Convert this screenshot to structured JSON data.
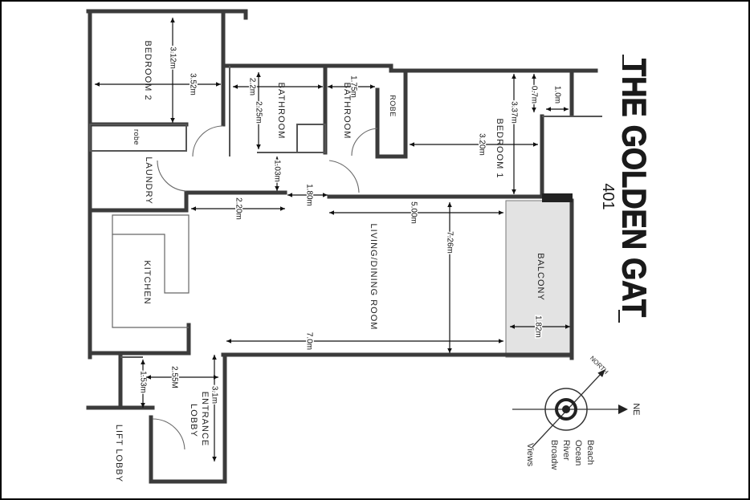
{
  "title": "THE GOLDEN GAT",
  "unit_number": "401",
  "rooms": {
    "bedroom2": "BEDROOM 2",
    "robe_small": "robe",
    "laundry": "LAUNDRY",
    "bathroom_a": "BATHROOM",
    "bathroom_b": "BATHROOM",
    "robe": "ROBE",
    "bedroom1": "BEDROOM 1",
    "living": "LIVING/DINING ROOM",
    "kitchen": "KITCHEN",
    "balcony": "BALCONY",
    "entrance": "ENTRANCE",
    "lobby": "LOBBY",
    "lift_lobby": "LIFT LOBBY"
  },
  "dimensions": {
    "bedroom2_length": "3.12m",
    "bedroom2_width": "3.52m",
    "bathroom_a_width": "2.2m",
    "bathroom_a_length": "2.25m",
    "bathroom_b_width": "1.75m",
    "bedroom1_length": "3.37m",
    "bedroom1_width": "3.20m",
    "closet_length": "0.7m",
    "closet_width": "1.0m",
    "hall_length": "1.03m",
    "hall_door": "1.80m",
    "hall_width": "2.20m",
    "living_width_upper": "5.00m",
    "living_length": "7.26m",
    "living_width": "7.0m",
    "balcony_width": "1.82m",
    "lobby_length": "1.53m",
    "lobby_width": "2.55M",
    "entrance_length": "3.1m"
  },
  "compass": {
    "north": "NORTH",
    "ne": "NE"
  },
  "views": [
    "Beach",
    "Ocean",
    "River",
    "Broadw",
    "Views"
  ]
}
